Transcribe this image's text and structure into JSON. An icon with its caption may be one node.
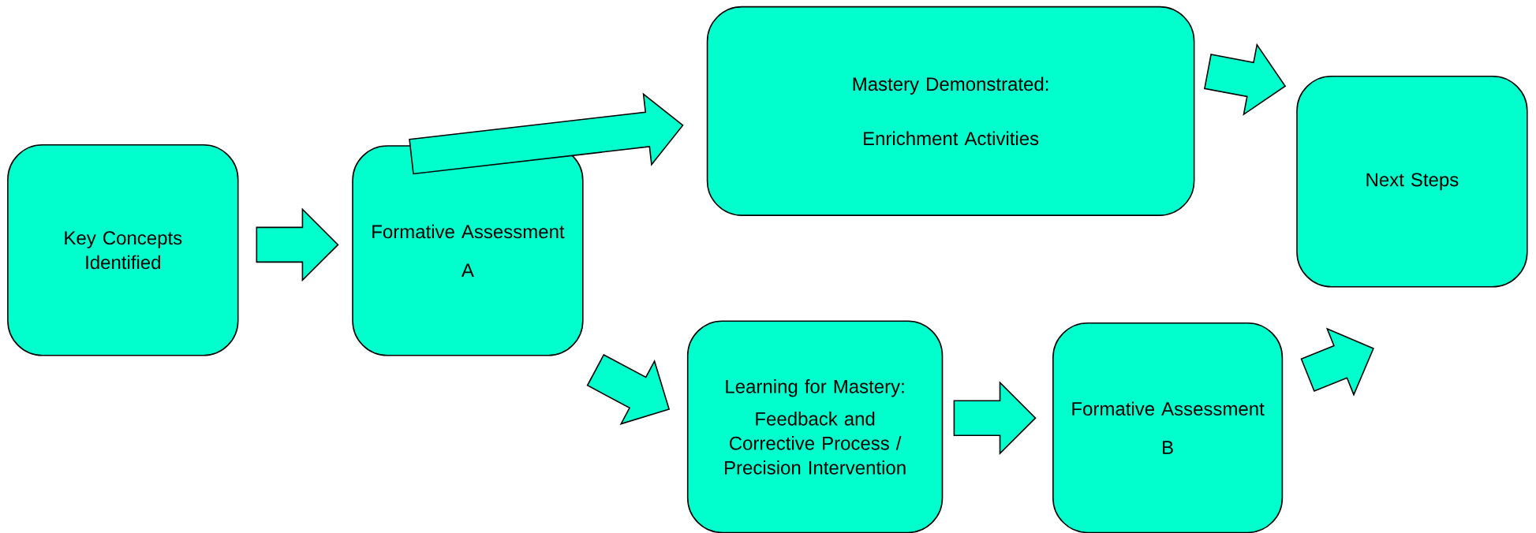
{
  "diagram": {
    "nodes": [
      {
        "text": [
          "Key Concepts Identified"
        ]
      },
      {
        "text": [
          "Formative Assessment",
          "A"
        ]
      },
      {
        "text": [
          "Mastery Demonstrated:",
          "Enrichment Activities"
        ]
      },
      {
        "text": [
          "Next Steps"
        ]
      },
      {
        "text": [
          "Learning for Mastery:",
          "Feedback and Corrective Process / Precision Intervention"
        ]
      },
      {
        "text": [
          "Formative Assessment",
          "B"
        ]
      }
    ],
    "edges": [
      {
        "from": 0,
        "to": 1,
        "arrow": "to"
      },
      {
        "from": 1,
        "to": 2,
        "arrow": "to"
      },
      {
        "from": 1,
        "to": 4,
        "arrow": "to"
      },
      {
        "from": 4,
        "to": 5,
        "arrow": "to"
      },
      {
        "from": 5,
        "to": 3,
        "arrow": "to"
      },
      {
        "from": 2,
        "to": 3,
        "arrow": "to"
      }
    ]
  }
}
